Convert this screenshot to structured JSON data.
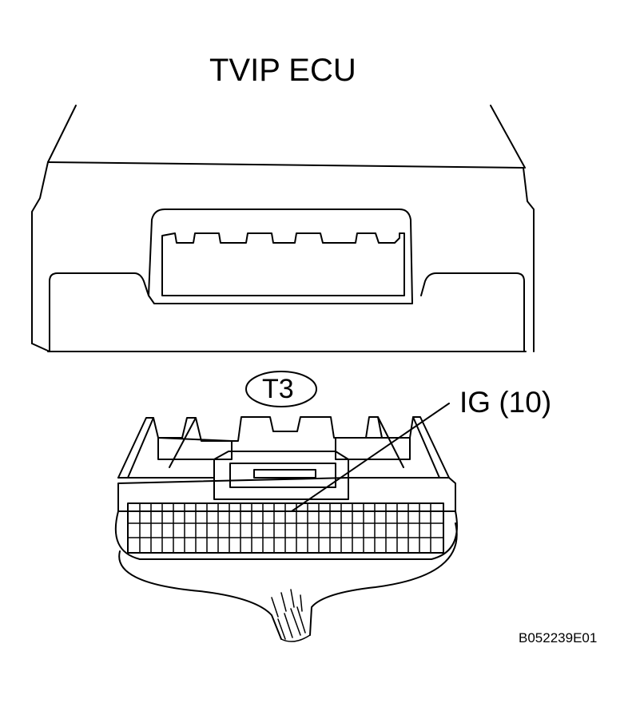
{
  "diagram": {
    "title": "TVIP ECU",
    "connector_code": "T3",
    "pin_label": "IG (10)",
    "reference_code": "B052239E01",
    "line_color": "#000000",
    "background_color": "#ffffff"
  }
}
